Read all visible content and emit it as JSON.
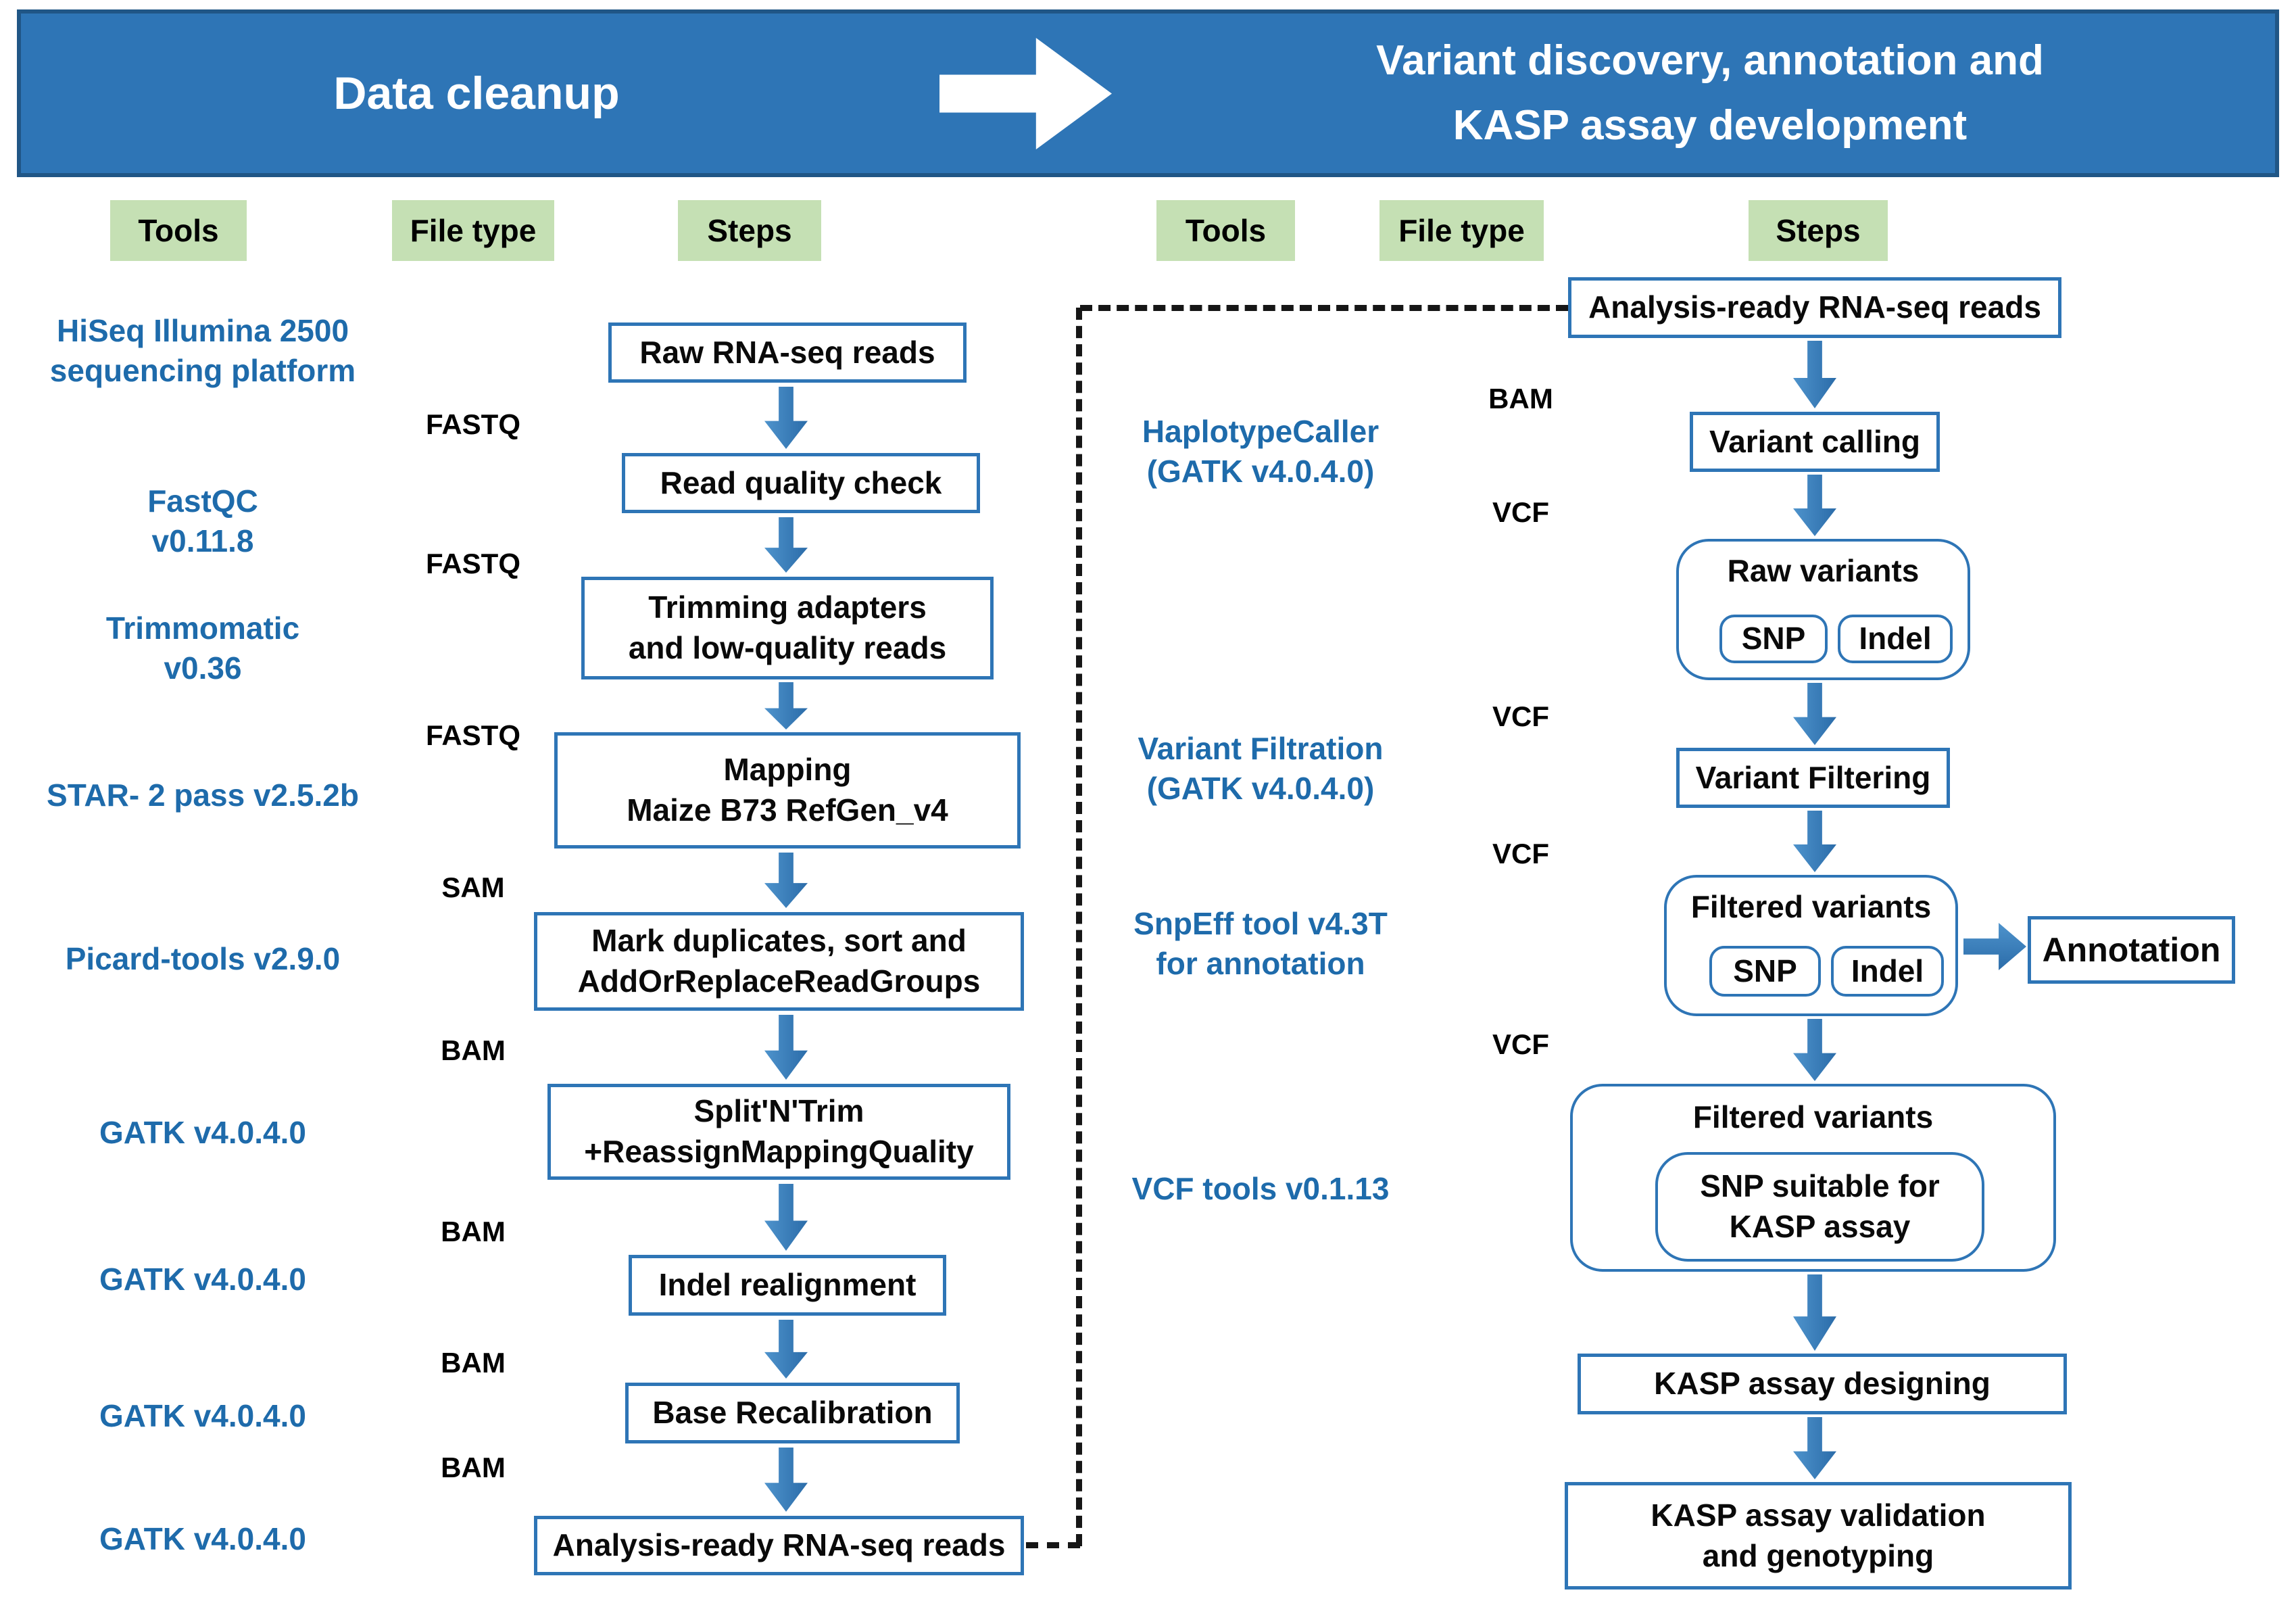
{
  "header": {
    "left_title": "Data cleanup",
    "right_title": "Variant discovery, annotation and\nKASP assay development"
  },
  "column_headers": [
    "Tools",
    "File type",
    "Steps",
    "Tools",
    "File type",
    "Steps"
  ],
  "left": {
    "tools": [
      "HiSeq Illumina 2500\nsequencing platform",
      "FastQC\nv0.11.8",
      "Trimmomatic\nv0.36",
      "STAR- 2 pass v2.5.2b",
      "Picard-tools v2.9.0",
      "GATK v4.0.4.0",
      "GATK v4.0.4.0",
      "GATK v4.0.4.0",
      "GATK v4.0.4.0"
    ],
    "file_types": [
      "FASTQ",
      "FASTQ",
      "FASTQ",
      "SAM",
      "BAM",
      "BAM",
      "BAM",
      "BAM"
    ],
    "steps": [
      "Raw RNA-seq reads",
      "Read quality check",
      "Trimming adapters\nand low-quality reads",
      "Mapping\nMaize B73 RefGen_v4",
      "Mark duplicates, sort and\nAddOrReplaceReadGroups",
      "Split'N'Trim\n+ReassignMappingQuality",
      "Indel realignment",
      "Base Recalibration",
      "Analysis-ready RNA-seq reads"
    ]
  },
  "right": {
    "tools": [
      "HaplotypeCaller\n(GATK v4.0.4.0)",
      "Variant Filtration\n(GATK v4.0.4.0)",
      "SnpEff tool v4.3T\nfor annotation",
      "VCF tools v0.1.13"
    ],
    "file_types": [
      "BAM",
      "VCF",
      "VCF",
      "VCF",
      "VCF"
    ],
    "steps": {
      "analysis_ready": "Analysis-ready RNA-seq reads",
      "variant_calling": "Variant calling",
      "raw_variants": "Raw variants",
      "raw_snp": "SNP",
      "raw_indel": "Indel",
      "variant_filtering": "Variant Filtering",
      "filtered_variants": "Filtered variants",
      "filtered_snp": "SNP",
      "filtered_indel": "Indel",
      "annotation": "Annotation",
      "filtered_variants2": "Filtered variants",
      "snp_suitable": "SNP suitable for\nKASP assay",
      "kasp_designing": "KASP assay designing",
      "kasp_validation": "KASP assay validation\nand genotyping"
    }
  },
  "colors": {
    "header_blue": "#2E75B6",
    "header_border": "#205686",
    "box_border": "#2E75B6",
    "badge_green": "#C5E0B4",
    "tool_text": "#1E6BAB",
    "arrow_light": "#4E93CC",
    "arrow_dark": "#2B6CA9",
    "dash_color": "#161616"
  }
}
